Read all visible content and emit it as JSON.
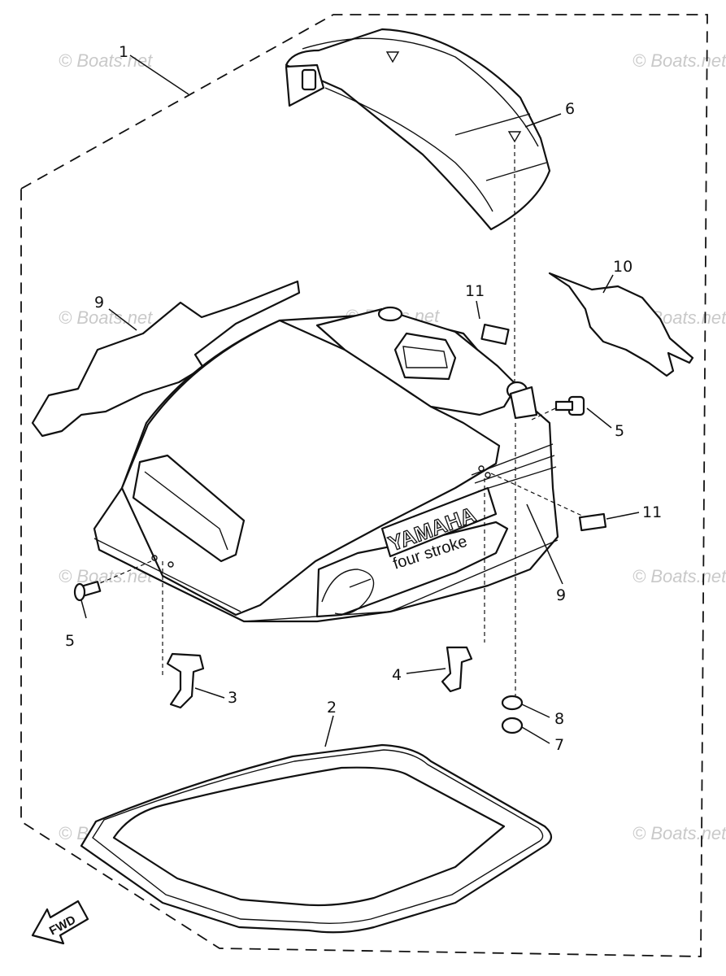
{
  "callouts": {
    "c1": "1",
    "c2": "2",
    "c3": "3",
    "c4": "4",
    "c5a": "5",
    "c5b": "5",
    "c6": "6",
    "c7": "7",
    "c8": "8",
    "c9a": "9",
    "c9b": "9",
    "c10": "10",
    "c11a": "11",
    "c11b": "11"
  },
  "labels": {
    "brand": "YAMAHA",
    "engine": "four stroke",
    "direction": "FWD"
  },
  "watermark": "© Boats.net",
  "colors": {
    "ink": "#111111",
    "watermark": "#c9c9c9",
    "paper": "#ffffff"
  }
}
